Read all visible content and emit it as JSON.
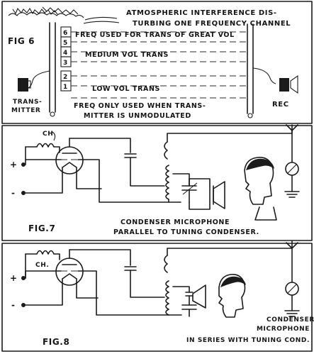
{
  "fig6": {
    "figure_label": "FIG 6",
    "interference_line1": "ATMOSPHERIC INTERFERENCE DIS-",
    "interference_line2": "TURBING ONE FREQUENCY CHANNEL",
    "great_vol_label": "FREQ USED FOR TRANS OF GREAT VOL",
    "medium_vol_label": "MEDIUM VOL TRANS",
    "low_vol_label": "LOW VOL TRANS",
    "unmodulated_line1": "FREQ ONLY USED WHEN TRANS-",
    "unmodulated_line2": "MITTER IS UNMODULATED",
    "transmitter_line1": "TRANS-",
    "transmitter_line2": "MITTER",
    "receiver_label": "REC",
    "channel_numbers": [
      "6",
      "5",
      "4",
      "3",
      "2",
      "1"
    ]
  },
  "fig7": {
    "figure_label": "FIG.7",
    "choke_label": "CH",
    "plus_label": "+",
    "minus_label": "-",
    "caption_line1": "CONDENSER MICROPHONE",
    "caption_line2": "PARALLEL TO TUNING CONDENSER."
  },
  "fig8": {
    "figure_label": "FIG.8",
    "choke_label": "CH.",
    "plus_label": "+",
    "minus_label": "-",
    "caption_line1": "CONDENSER",
    "caption_line2": "MICROPHONE",
    "caption_line3": "IN SERIES WITH TUNING COND."
  },
  "icons": {
    "vacuum_tube": "vacuum-tube-icon",
    "condenser_microphone": "condenser-microphone-icon",
    "antenna": "antenna-icon",
    "ammeter": "ammeter-icon",
    "ground": "ground-icon",
    "choke_coil": "choke-coil-icon",
    "tuning_coil": "tuning-coil-icon",
    "speaker_head": "speaker-head-icon",
    "transmitter": "transmitter-icon",
    "receiver": "receiver-icon",
    "interference_cloud": "interference-cloud-icon"
  },
  "colors": {
    "ink": "#1b1b1b",
    "paper": "#ffffff"
  }
}
